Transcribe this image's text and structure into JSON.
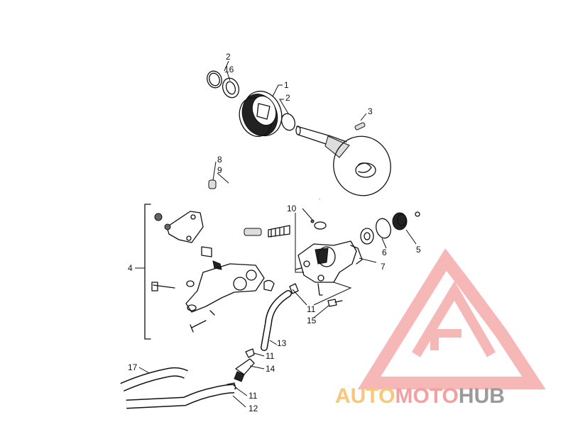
{
  "diagram": {
    "callouts": [
      {
        "id": "c1",
        "label": "1"
      },
      {
        "id": "c2a",
        "label": "2"
      },
      {
        "id": "c2b",
        "label": "2"
      },
      {
        "id": "c3",
        "label": "3"
      },
      {
        "id": "c4",
        "label": "4"
      },
      {
        "id": "c5",
        "label": "5"
      },
      {
        "id": "c6",
        "label": "6"
      },
      {
        "id": "c7",
        "label": "7"
      },
      {
        "id": "c8",
        "label": "8"
      },
      {
        "id": "c9",
        "label": "9"
      },
      {
        "id": "c10",
        "label": "10"
      },
      {
        "id": "c11a",
        "label": "11"
      },
      {
        "id": "c11b",
        "label": "11"
      },
      {
        "id": "c11c",
        "label": "11"
      },
      {
        "id": "c12",
        "label": "12"
      },
      {
        "id": "c13",
        "label": "13"
      },
      {
        "id": "c14",
        "label": "14"
      },
      {
        "id": "c15",
        "label": "15"
      },
      {
        "id": "c16",
        "label": "16"
      },
      {
        "id": "c17",
        "label": "17"
      }
    ]
  },
  "watermark": {
    "text_part1": "AUTO",
    "text_part2": "MOTO",
    "text_part3": "HUB",
    "color_orange": "#f7c77a",
    "color_pink": "#f4a0a0",
    "color_gray": "#9a9a9a"
  }
}
